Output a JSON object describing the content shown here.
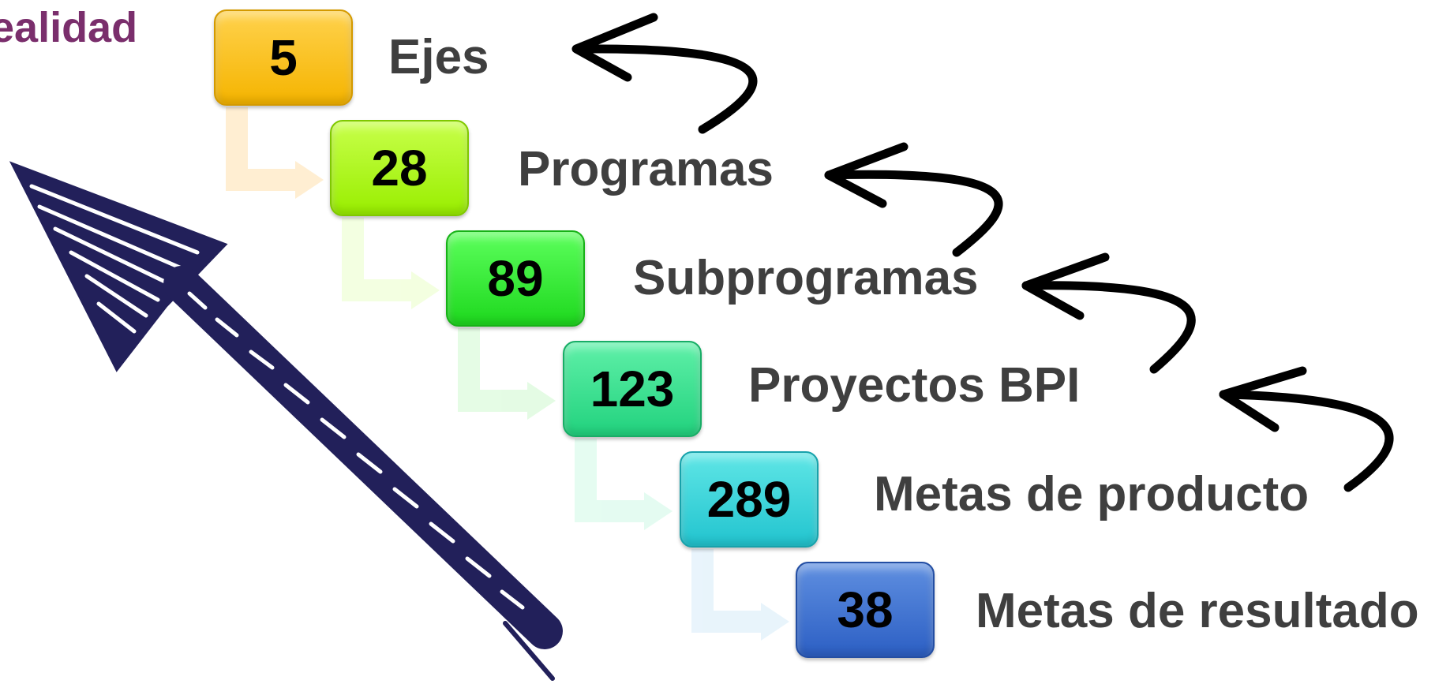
{
  "top_word": "ealidad",
  "levels": [
    {
      "value": "5",
      "label": "Ejes",
      "color": "#f5b400"
    },
    {
      "value": "28",
      "label": "Programas",
      "color": "#99ee00"
    },
    {
      "value": "89",
      "label": "Subprogramas",
      "color": "#1ed81e"
    },
    {
      "value": "123",
      "label": "Proyectos BPI",
      "color": "#22d27e"
    },
    {
      "value": "289",
      "label": "Metas de producto",
      "color": "#22c4cf"
    },
    {
      "value": "38",
      "label": "Metas de resultado",
      "color": "#2c5fc4"
    }
  ],
  "colors": {
    "label_text": "#3f3f3f",
    "top_word": "#7a2e6c",
    "big_arrow": "#22205a",
    "curved_arrows": "#000000"
  },
  "icons": [
    "big-up-arrow-icon",
    "curved-return-arrow-icon",
    "connector-arrow-icon"
  ]
}
